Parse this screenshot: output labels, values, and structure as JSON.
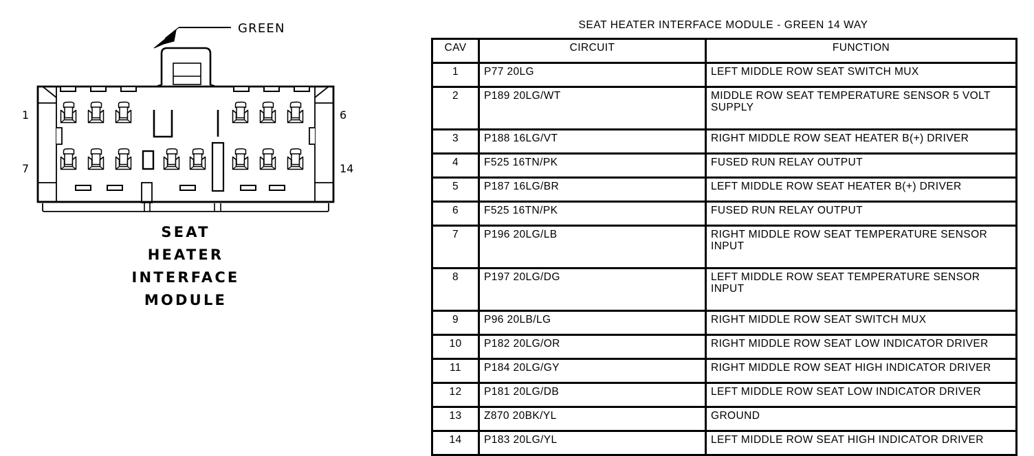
{
  "connector": {
    "callout_label": "GREEN",
    "callout_icon": "arrow-pointer-icon",
    "pin_labels": {
      "top_left": "1",
      "top_right": "6",
      "bottom_left": "7",
      "bottom_right": "14"
    },
    "caption": [
      "SEAT",
      "HEATER",
      "INTERFACE",
      "MODULE"
    ]
  },
  "table": {
    "title": "SEAT HEATER INTERFACE MODULE - GREEN 14 WAY",
    "headers": {
      "cav": "CAV",
      "circuit": "CIRCUIT",
      "function": "FUNCTION"
    },
    "rows": [
      {
        "cav": "1",
        "circuit": "P77 20LG",
        "function": "LEFT MIDDLE ROW SEAT SWITCH MUX"
      },
      {
        "cav": "2",
        "circuit": "P189 20LG/WT",
        "function": "MIDDLE ROW SEAT TEMPERATURE SENSOR 5 VOLT SUPPLY"
      },
      {
        "cav": "3",
        "circuit": "P188 16LG/VT",
        "function": "RIGHT MIDDLE ROW SEAT HEATER B(+) DRIVER"
      },
      {
        "cav": "4",
        "circuit": "F525 16TN/PK",
        "function": "FUSED RUN RELAY OUTPUT"
      },
      {
        "cav": "5",
        "circuit": "P187 16LG/BR",
        "function": "LEFT MIDDLE ROW SEAT HEATER B(+) DRIVER"
      },
      {
        "cav": "6",
        "circuit": "F525 16TN/PK",
        "function": "FUSED RUN RELAY OUTPUT"
      },
      {
        "cav": "7",
        "circuit": "P196 20LG/LB",
        "function": "RIGHT MIDDLE ROW SEAT TEMPERATURE SENSOR INPUT"
      },
      {
        "cav": "8",
        "circuit": "P197 20LG/DG",
        "function": "LEFT MIDDLE ROW SEAT TEMPERATURE SENSOR INPUT"
      },
      {
        "cav": "9",
        "circuit": "P96 20LB/LG",
        "function": "RIGHT MIDDLE ROW SEAT SWITCH MUX"
      },
      {
        "cav": "10",
        "circuit": "P182 20LG/OR",
        "function": "RIGHT MIDDLE ROW SEAT LOW INDICATOR DRIVER"
      },
      {
        "cav": "11",
        "circuit": "P184 20LG/GY",
        "function": "RIGHT MIDDLE ROW SEAT HIGH INDICATOR DRIVER"
      },
      {
        "cav": "12",
        "circuit": "P181 20LG/DB",
        "function": "LEFT MIDDLE ROW SEAT LOW INDICATOR DRIVER"
      },
      {
        "cav": "13",
        "circuit": "Z870 20BK/YL",
        "function": "GROUND"
      },
      {
        "cav": "14",
        "circuit": "P183 20LG/YL",
        "function": "LEFT MIDDLE ROW SEAT HIGH INDICATOR DRIVER"
      }
    ]
  },
  "colors": {
    "ink": "#000000",
    "paper": "#ffffff"
  }
}
